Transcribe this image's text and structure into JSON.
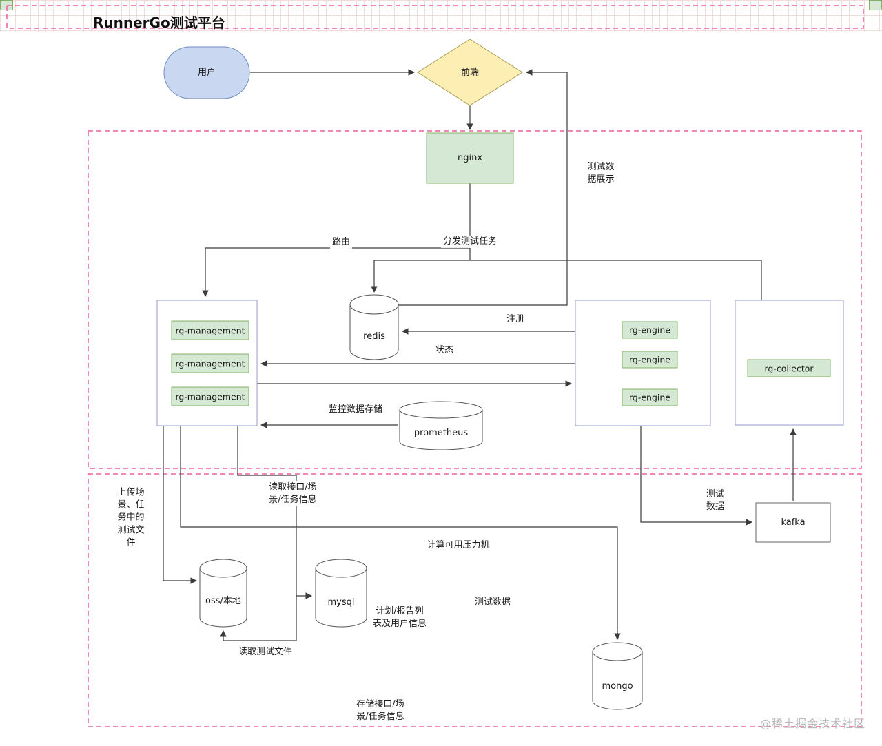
{
  "page": {
    "title": "RunnerGo测试平台",
    "watermark": "@稀土掘金技术社区"
  },
  "colors": {
    "green_fill": "#d5e8d4",
    "green_stroke": "#82b366",
    "blue_fill": "#c9d7f0",
    "blue_stroke": "#6c8ebf",
    "yellow_fill": "#fdeeb4",
    "yellow_stroke": "#a89a50",
    "violet_stroke": "#9999cc",
    "pink_dashed": "#ed5f9b",
    "line": "#3b3b3b"
  },
  "nodes": {
    "user": "用户",
    "frontend": "前端",
    "nginx": "nginx",
    "redis": "redis",
    "management": [
      "rg-management",
      "rg-management",
      "rg-management"
    ],
    "engine": [
      "rg-engine",
      "rg-engine",
      "rg-engine"
    ],
    "collector": "rg-collector",
    "prometheus": "prometheus",
    "oss": "oss/本地",
    "mysql": "mysql",
    "mongo": "mongo",
    "kafka": "kafka"
  },
  "edges": {
    "display": "测试数\n据展示",
    "route": "路由",
    "dispatch": "分发测试任务",
    "register": "注册",
    "status": "状态",
    "monitor_store": "监控数据存储",
    "upload_files": "上传场\n景、任\n务中的\n测试文\n件",
    "read_info": "读取接口/场\n景/任务信息",
    "calc_engines": "计算可用压力机",
    "plan_report": "计划/报告列\n表及用户信息",
    "test_data": "测试数据",
    "read_test_files": "读取测试文件",
    "store_info": "存储接口/场\n景/任务信息",
    "test_data_kafka": "测试\n数据"
  }
}
